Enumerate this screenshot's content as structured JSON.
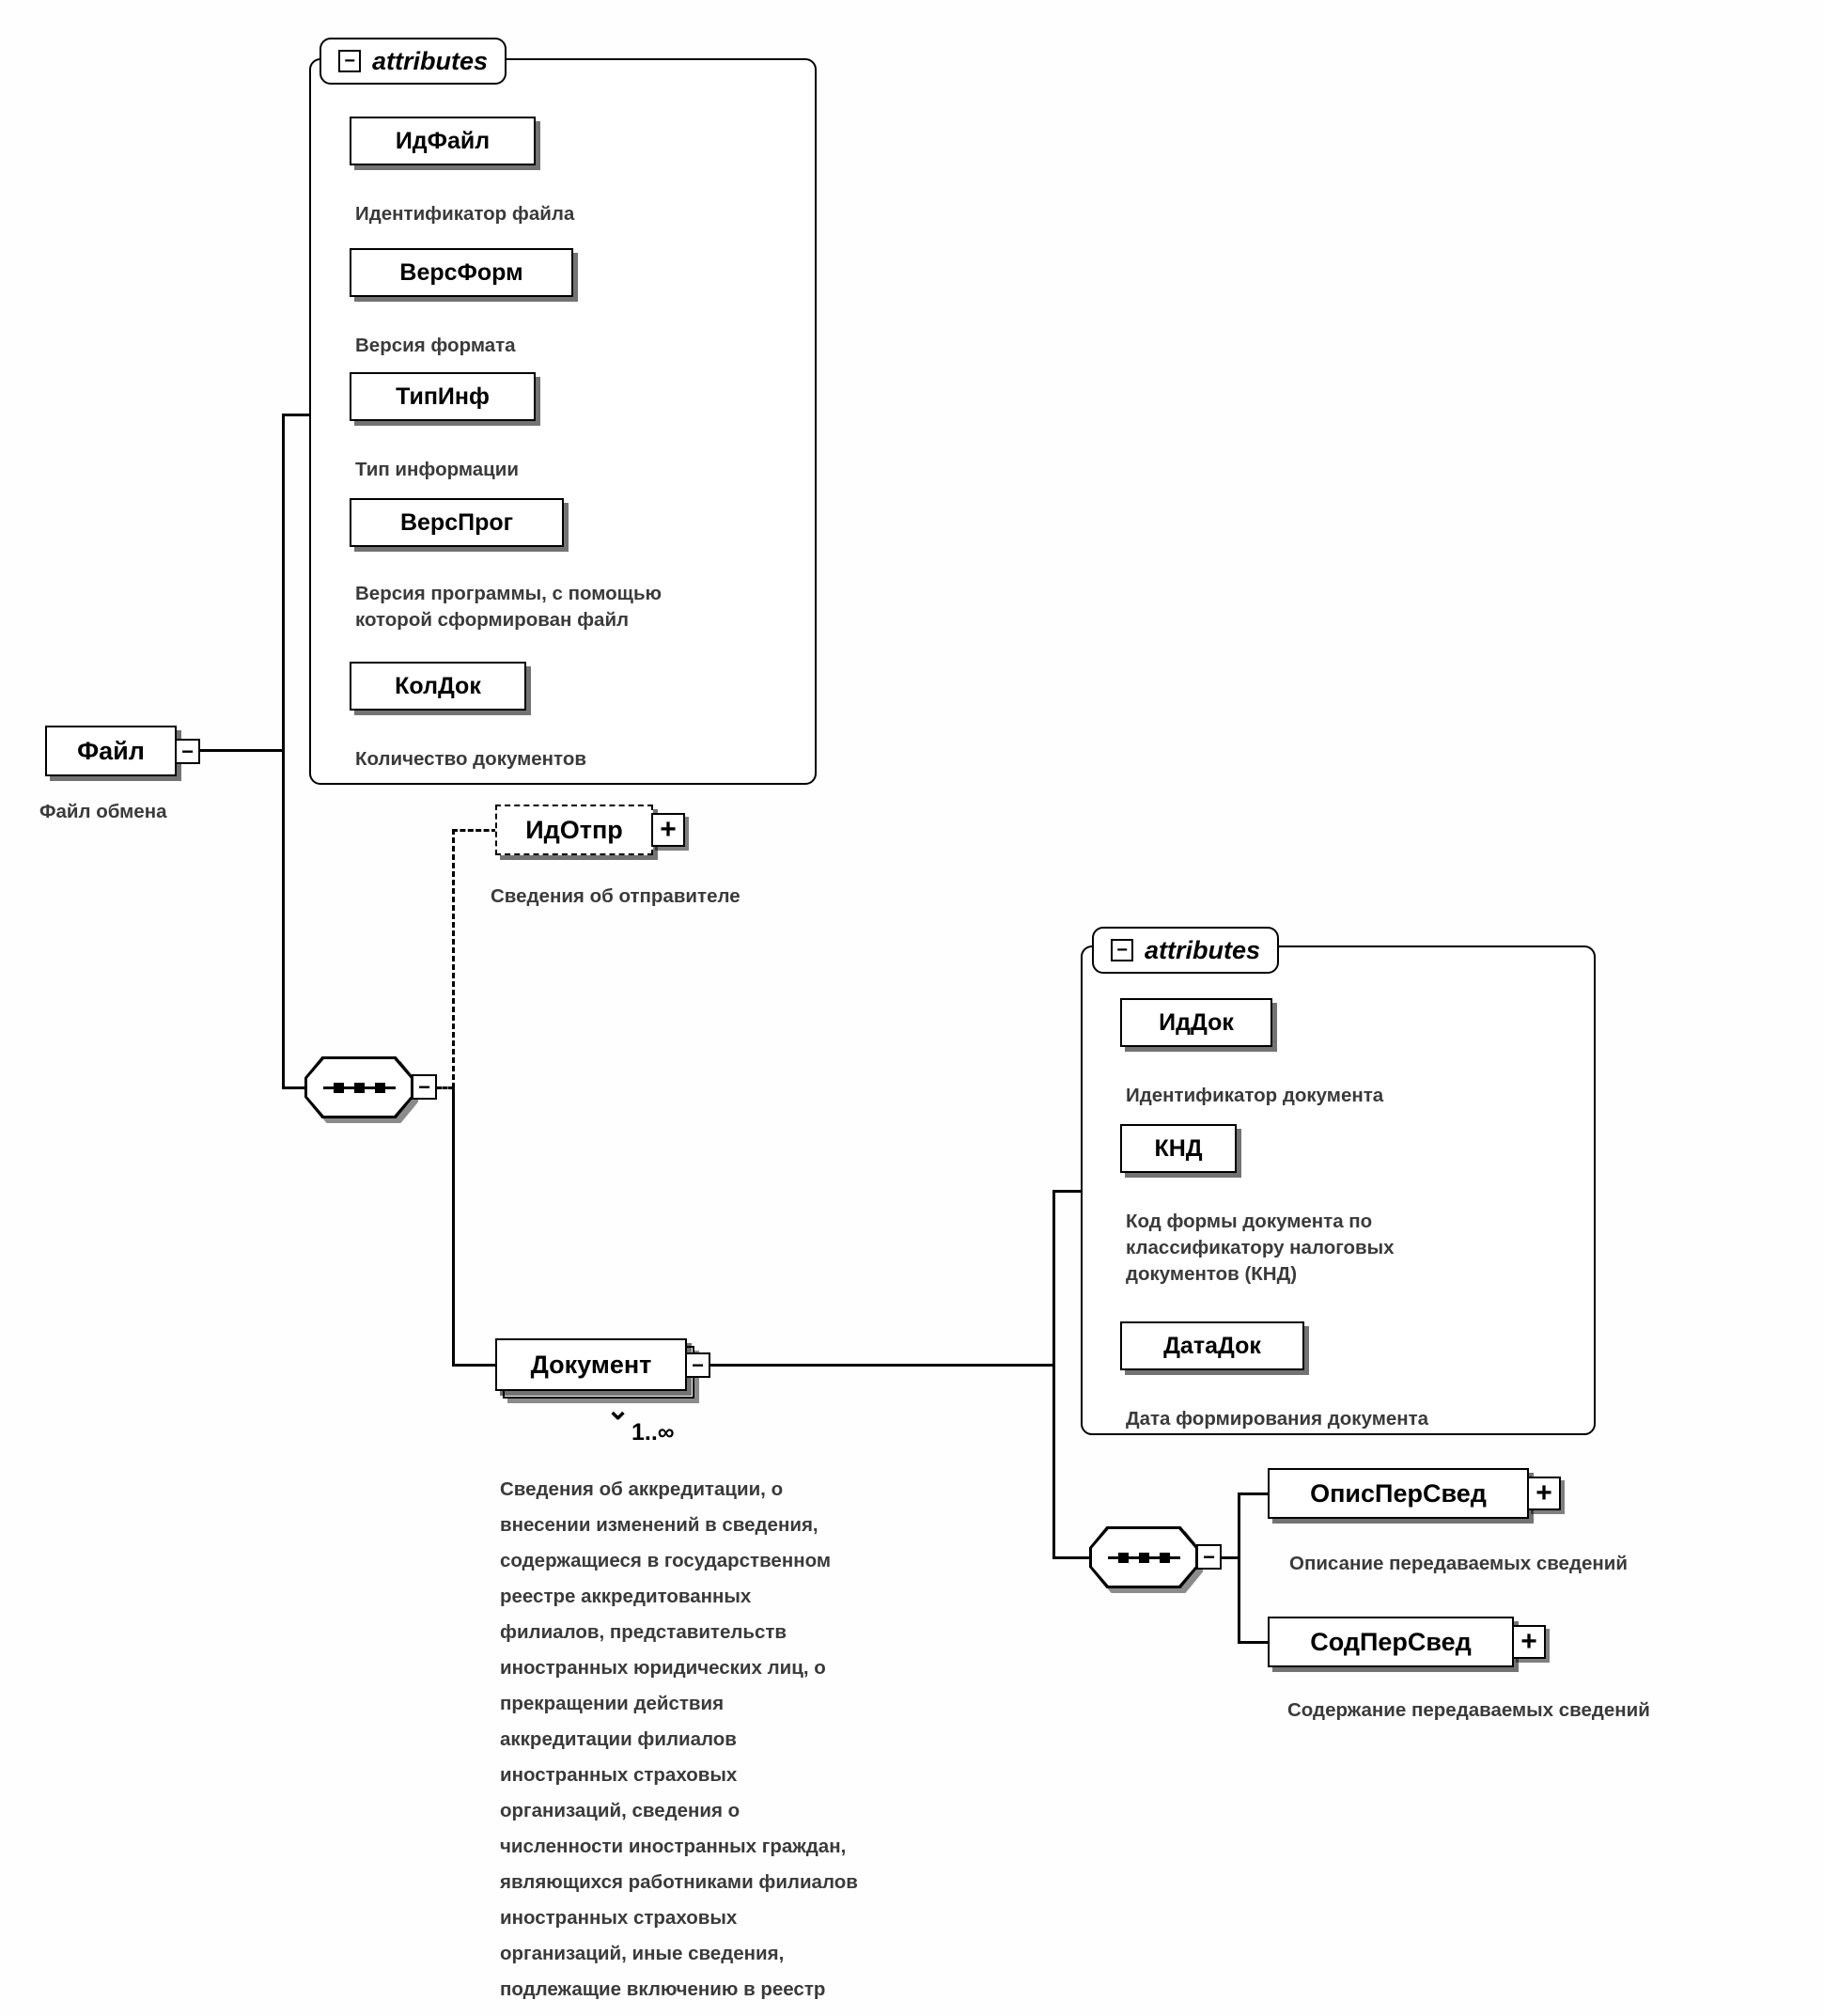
{
  "diagram": {
    "icons": {
      "collapse": "−",
      "expand": "+",
      "chevron_down": "⌄"
    },
    "colors": {
      "line": "#000000",
      "annotation_text": "#3a3a3a",
      "box_background": "#ffffff",
      "shadow": "rgba(0,0,0,0.55)"
    },
    "file": {
      "label": "Файл",
      "annotation": "Файл обмена"
    },
    "file_attributes": {
      "group_label": "attributes",
      "items": [
        {
          "name": "ИдФайл",
          "annotation": "Идентификатор файла"
        },
        {
          "name": "ВерсФорм",
          "annotation": "Версия формата"
        },
        {
          "name": "ТипИнф",
          "annotation": "Тип информации"
        },
        {
          "name": "ВерсПрог",
          "annotation": "Версия программы, с помощью\nкоторой сформирован файл"
        },
        {
          "name": "КолДок",
          "annotation": "Количество документов"
        }
      ]
    },
    "sender": {
      "label": "ИдОтпр",
      "annotation": "Сведения об отправителе"
    },
    "document": {
      "label": "Документ",
      "cardinality": "1..∞",
      "annotation": "Сведения об аккредитации, о\nвнесении изменений в сведения,\nсодержащиеся в государственном\nреестре аккредитованных\nфилиалов, представительств\nиностранных юридических лиц, о\nпрекращении действия\nаккредитации филиалов\nиностранных страховых\nорганизаций, сведения о\nчисленности иностранных граждан,\nявляющихся работниками филиалов\nиностранных страховых\nорганизаций, иные сведения,\nподлежащие включению в реестр"
    },
    "document_attributes": {
      "group_label": "attributes",
      "items": [
        {
          "name": "ИдДок",
          "annotation": "Идентификатор документа"
        },
        {
          "name": "КНД",
          "annotation": "Код формы документа по\nклассификатору налоговых\nдокументов (КНД)"
        },
        {
          "name": "ДатаДок",
          "annotation": "Дата формирования документа"
        }
      ]
    },
    "desc_element": {
      "label": "ОписПерСвед",
      "annotation": "Описание передаваемых сведений"
    },
    "content_element": {
      "label": "СодПерСвед",
      "annotation": "Содержание передаваемых сведений"
    }
  }
}
